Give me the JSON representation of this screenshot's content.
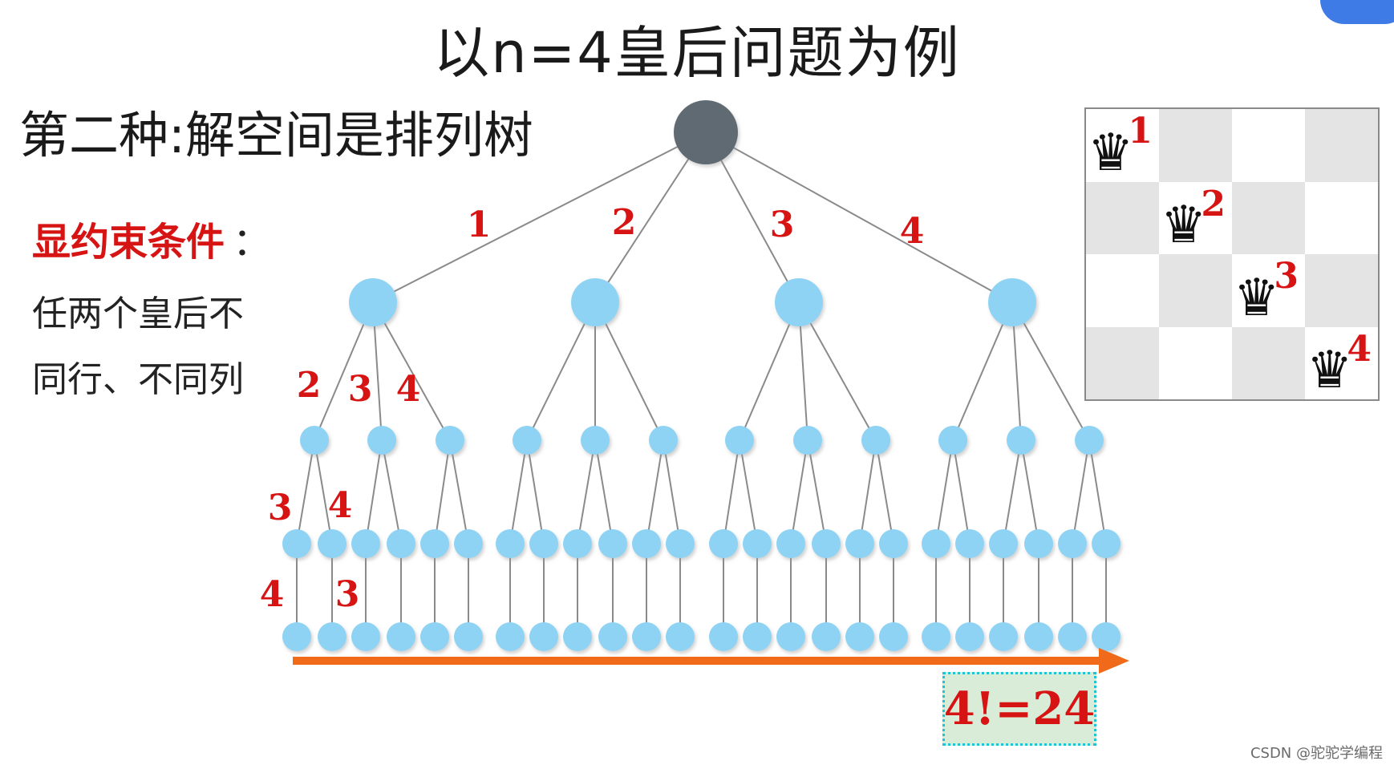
{
  "title": "以n=4皇后问题为例",
  "subtitle": "第二种:解空间是排列树",
  "constraint": {
    "heading": "显约束条件",
    "colon": "：",
    "lines": [
      "任两个皇后不",
      "同行、不同列"
    ]
  },
  "tree": {
    "level1_edge_labels": [
      "1",
      "2",
      "3",
      "4"
    ],
    "level2_edge_labels": [
      "2",
      "3",
      "4"
    ],
    "level3_edge_labels": [
      "3",
      "4"
    ],
    "level4_edge_labels": [
      "4",
      "3"
    ]
  },
  "board": {
    "queen_symbol": "♛",
    "queens": [
      {
        "row": 1,
        "col": 1,
        "label": "1"
      },
      {
        "row": 2,
        "col": 2,
        "label": "2"
      },
      {
        "row": 3,
        "col": 3,
        "label": "3"
      },
      {
        "row": 4,
        "col": 4,
        "label": "4"
      }
    ]
  },
  "result": "4!=24",
  "watermark": "CSDN @驼驼学编程",
  "colors": {
    "root": "#5f6b73",
    "node": "#8fd3f4",
    "edge": "#8a8a8a",
    "label_red": "#d71414",
    "arrow": "#f06a1a"
  }
}
